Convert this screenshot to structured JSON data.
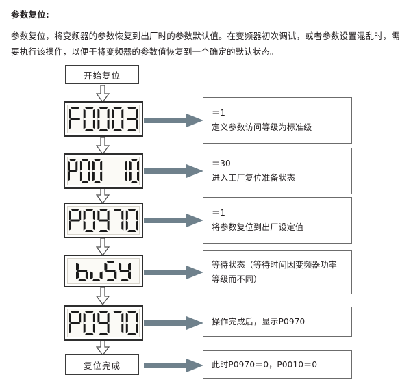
{
  "document": {
    "title": "参数复位:",
    "paragraph": "参数复位，将变频器的参数恢复到出厂时的参数默认值。在变频器初次调试，或者参数设置混乱时，需要执行该操作，以便于将变频器的参数值恢复到一个确定的默认状态。"
  },
  "palette": {
    "arrow_fill": "#6f818c",
    "arrow_stroke": "#5c6d78",
    "node_border": "#2e2e2e",
    "led_inner_border": "#d8d5cc",
    "led_bg": "#fbfaf6",
    "segment_on": "#1a1a1a",
    "text": "#231f20"
  },
  "flow": {
    "start_node": {
      "label": "开始复位"
    },
    "end_node": {
      "label": "复位完成"
    },
    "steps": [
      {
        "id": "step-f0003",
        "display": "F0003",
        "segments": [
          "F",
          "0",
          "0",
          "0",
          "3"
        ],
        "note_lines": [
          "＝1",
          "定义参数访问等级为标准级"
        ]
      },
      {
        "id": "step-p0010",
        "display": "P00 10",
        "segments": [
          "P",
          "0",
          "0",
          " ",
          "1",
          "0"
        ],
        "note_lines": [
          "＝30",
          "进入工厂复位准备状态"
        ]
      },
      {
        "id": "step-p0970-set",
        "display": "P0970",
        "segments": [
          "P",
          "0",
          "9",
          "7",
          "0"
        ],
        "note_lines": [
          "＝1",
          "将参数复位到出厂设定值"
        ]
      },
      {
        "id": "step-busy",
        "display": "buSY",
        "segments": [
          "b",
          "u",
          "S",
          "Y"
        ],
        "note_lines": [
          "等待状态（等待时间因变频器功率",
          "等级而不同）"
        ]
      },
      {
        "id": "step-p0970-done",
        "display": "P0970",
        "segments": [
          "P",
          "0",
          "9",
          "7",
          "0"
        ],
        "note_lines": [
          "操作完成后，显示P0970"
        ]
      }
    ],
    "end_note_lines": [
      "此时P0970＝0，P0010＝0"
    ]
  },
  "icons": {
    "down_arrow": "arrow-down-hollow-icon",
    "right_arrow": "arrow-right-solid-icon"
  }
}
